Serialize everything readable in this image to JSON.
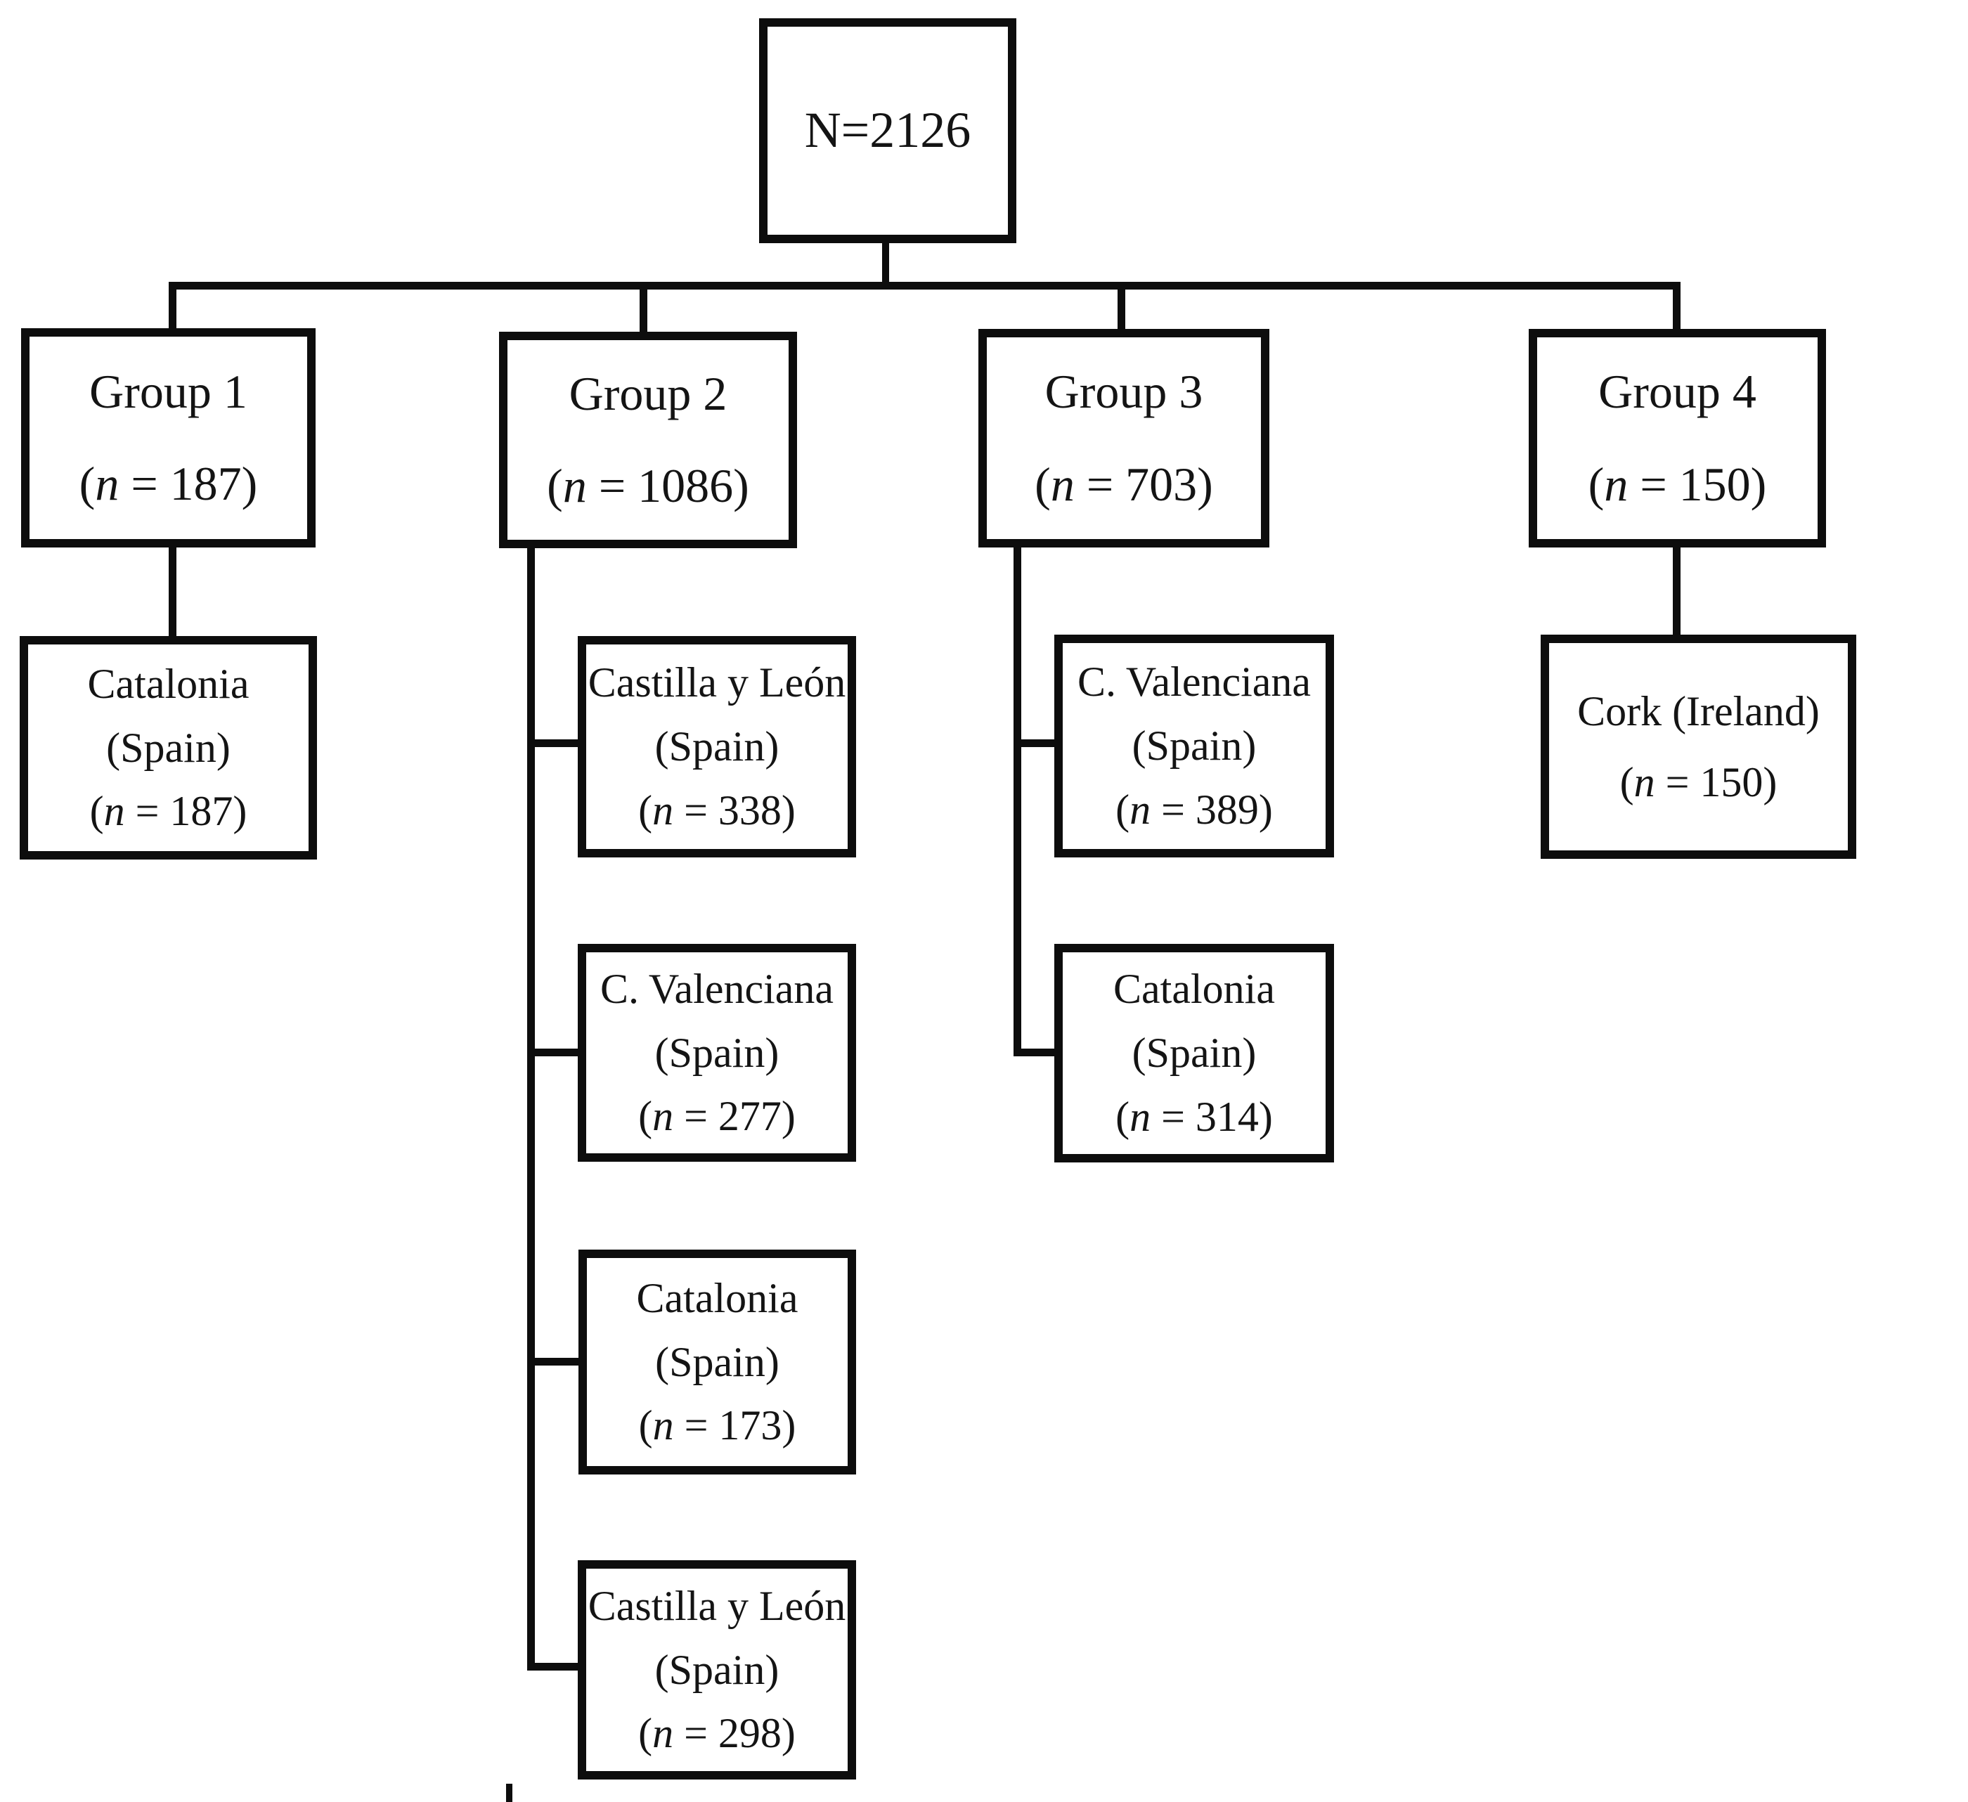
{
  "figure": {
    "type": "flowchart",
    "background_color": "#ffffff",
    "line_color": "#0d0d0d",
    "text_color": "#141414",
    "root": {
      "label": "N=2126"
    },
    "sym": {
      "open": "(",
      "n": "n"
    },
    "groups": {
      "g1": {
        "title": "Group 1",
        "n_rest": " = 187)"
      },
      "g2": {
        "title": "Group 2",
        "n_rest": " = 1086)"
      },
      "g3": {
        "title": "Group 3",
        "n_rest": " = 703)"
      },
      "g4": {
        "title": "Group 4",
        "n_rest": " = 150)"
      }
    },
    "sites": {
      "a1": {
        "lines": [
          "Catalonia",
          "(Spain)"
        ],
        "n_rest": " = 187)"
      },
      "b1": {
        "lines": [
          "Castilla y León",
          "(Spain)"
        ],
        "n_rest": " = 338)"
      },
      "b2": {
        "lines": [
          "C. Valenciana",
          "(Spain)"
        ],
        "n_rest": " = 277)"
      },
      "b3": {
        "lines": [
          "Catalonia",
          "(Spain)"
        ],
        "n_rest": " = 173)"
      },
      "b4": {
        "lines": [
          "Castilla y León",
          "(Spain)"
        ],
        "n_rest": " = 298)"
      },
      "c1": {
        "lines": [
          "C. Valenciana",
          "(Spain)"
        ],
        "n_rest": " = 389)"
      },
      "c2": {
        "lines": [
          "Catalonia",
          "(Spain)"
        ],
        "n_rest": " = 314)"
      },
      "d1": {
        "lines": [
          "Cork (Ireland)"
        ],
        "n_rest": " = 150)"
      }
    }
  }
}
